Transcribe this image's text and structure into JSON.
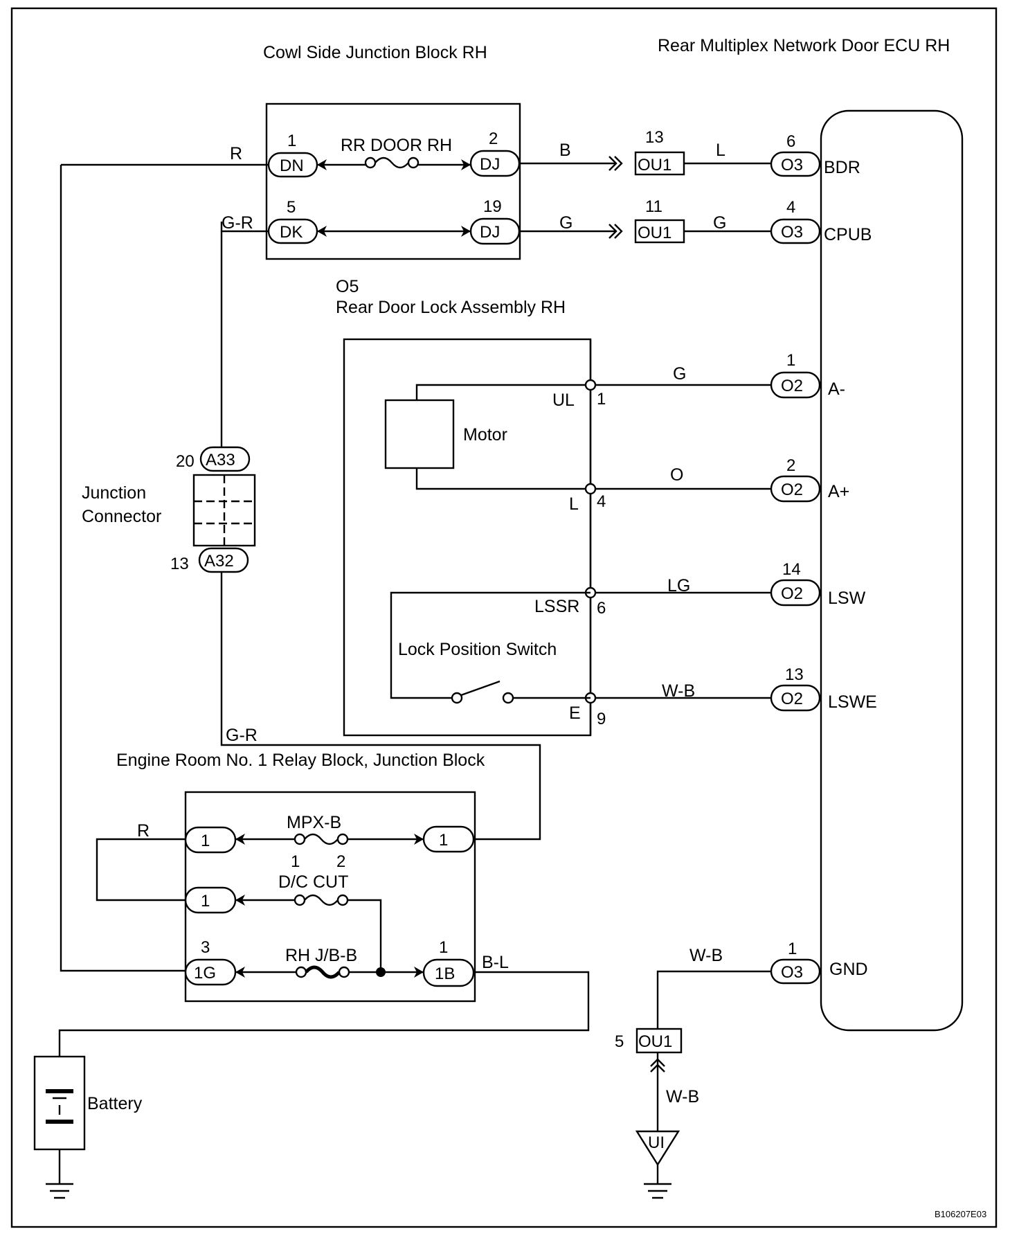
{
  "blocks": {
    "cowl_jb": "Cowl Side Junction Block RH",
    "ecu": "Rear Multiplex Network Door ECU RH",
    "lock_code": "O5",
    "lock": "Rear Door Lock Assembly RH",
    "engine_room": "Engine Room No. 1 Relay Block, Junction Block",
    "junction_connector_1": "Junction",
    "junction_connector_2": "Connector",
    "battery": "Battery",
    "motor": "Motor",
    "lock_switch": "Lock Position Switch"
  },
  "fuses": {
    "rr_door": "RR DOOR RH",
    "mpx_b": "MPX-B",
    "dc_cut": "D/C CUT",
    "dc_cut_pin1": "1",
    "dc_cut_pin2": "2",
    "rh_jbb": "RH J/B-B"
  },
  "connectors": {
    "dn": "DN",
    "dn_pin": "1",
    "dk": "DK",
    "dk_pin": "5",
    "dj1": "DJ",
    "dj1_pin": "2",
    "dj2": "DJ",
    "dj2_pin": "19",
    "ou1_a": "OU1",
    "ou1_a_pin": "13",
    "ou1_b": "OU1",
    "ou1_b_pin": "11",
    "o3_a": "O3",
    "o3_a_pin": "6",
    "o3_b": "O3",
    "o3_b_pin": "4",
    "o2_a": "O2",
    "o2_a_pin": "1",
    "o2_b": "O2",
    "o2_b_pin": "2",
    "o2_c": "O2",
    "o2_c_pin": "14",
    "o2_d": "O2",
    "o2_d_pin": "13",
    "o3_gnd": "O3",
    "o3_gnd_pin": "1",
    "ou1_c": "OU1",
    "ou1_c_pin": "5",
    "a33": "A33",
    "a33_pin": "20",
    "a32": "A32",
    "a32_pin": "13",
    "er_1a": "1",
    "er_1b": "1",
    "er_1c": "1",
    "er_1g": "1G",
    "er_1g_pin": "3",
    "er_1b_conn": "1B",
    "er_1b_conn_pin": "1",
    "ground_ui": "UI"
  },
  "ecu_terminals": {
    "bdr": "BDR",
    "cpub": "CPUB",
    "a_minus": "A-",
    "a_plus": "A+",
    "lsw": "LSW",
    "lswe": "LSWE",
    "gnd": "GND"
  },
  "lock_terminals": {
    "ul": "UL",
    "ul_pin": "1",
    "l": "L",
    "l_pin": "4",
    "lssr": "LSSR",
    "lssr_pin": "6",
    "e": "E",
    "e_pin": "9"
  },
  "wire_colors": {
    "r_top": "R",
    "gr_top": "G-R",
    "b_dj_ou1": "B",
    "l_ou1_o3": "L",
    "g_dj_ou1": "G",
    "g_ou1_o3": "G",
    "g_a_minus": "G",
    "o_a_plus": "O",
    "lg_lsw": "LG",
    "wb_lswe": "W-B",
    "gr_bottom": "G-R",
    "r_er": "R",
    "bl": "B-L",
    "wb_gnd": "W-B",
    "wb_ui": "W-B"
  },
  "figure_id": "B106207E03"
}
